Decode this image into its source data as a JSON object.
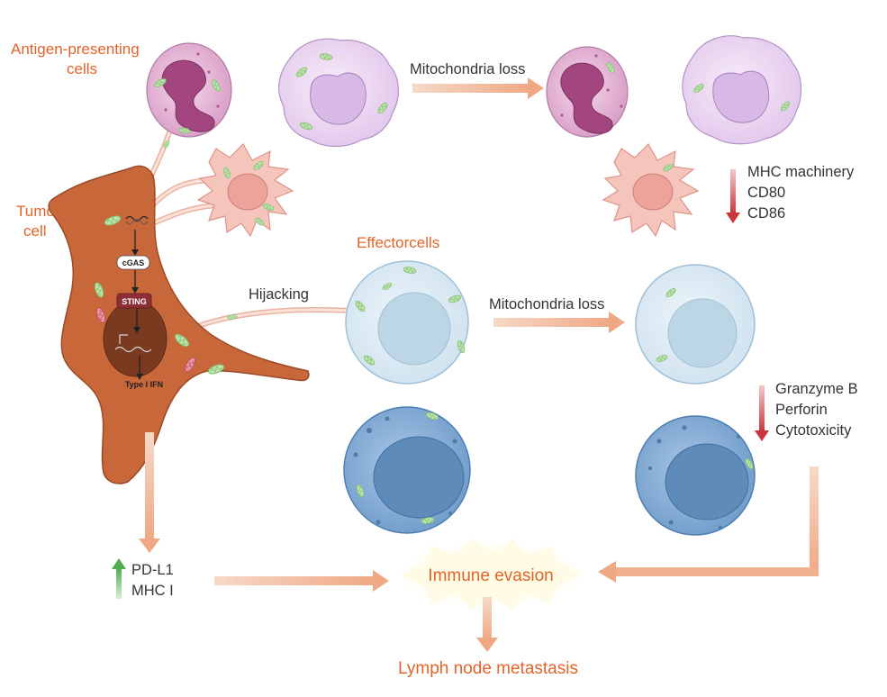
{
  "labels": {
    "apc": [
      "Antigen-presenting",
      "cells"
    ],
    "tumor": [
      "Tumor",
      "cell"
    ],
    "effector": "Effectorcells",
    "mito_loss_top": "Mitochondria loss",
    "mito_loss_mid": "Mitochondria loss",
    "hijacking": "Hijacking",
    "apc_markers": [
      "MHC machinery",
      "CD80",
      "CD86"
    ],
    "effector_markers": [
      "Granzyme B",
      "Perforin",
      "Cytotoxicity"
    ],
    "tumor_markers": [
      "PD-L1",
      "MHC I"
    ],
    "immune_evasion": "Immune evasion",
    "lymph": "Lymph node metastasis",
    "pathway": {
      "cgas": "cGAS",
      "sting": "STING",
      "ifn": "Type I IFN"
    }
  },
  "colors": {
    "label_orange": "#e0642b",
    "arrow_peach": "#f0b596",
    "down_red": "#c9363b",
    "up_green": "#5cb85c",
    "tumor_fill": "#c8673a",
    "apc_pink": "#d99ac6",
    "effector_light": "#d7e7f2",
    "effector_dark": "#7ea8d3"
  },
  "icons": {
    "down_arrow": "red-down-arrow-icon",
    "up_arrow": "green-up-arrow-icon",
    "mitochondrion": "mitochondrion-icon"
  }
}
